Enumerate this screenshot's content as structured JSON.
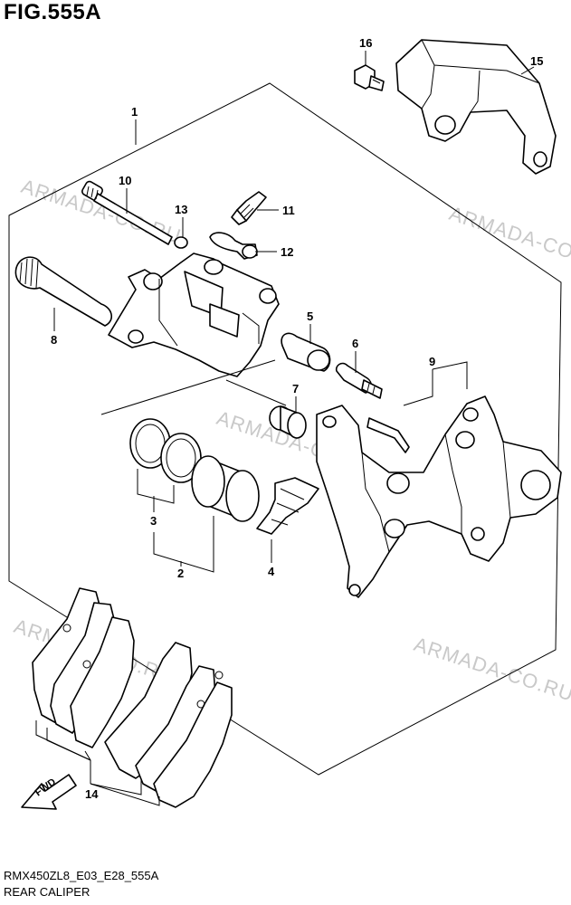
{
  "figure": {
    "title": "FIG.555A",
    "code": "RMX450ZL8_E03_E28_555A",
    "caption": "REAR CALIPER"
  },
  "watermark": "ARMADA-CO.RU",
  "callouts": [
    "1",
    "2",
    "3",
    "4",
    "5",
    "6",
    "7",
    "8",
    "9",
    "10",
    "11",
    "12",
    "13",
    "14",
    "15",
    "16"
  ],
  "fwd_label": "FWD"
}
